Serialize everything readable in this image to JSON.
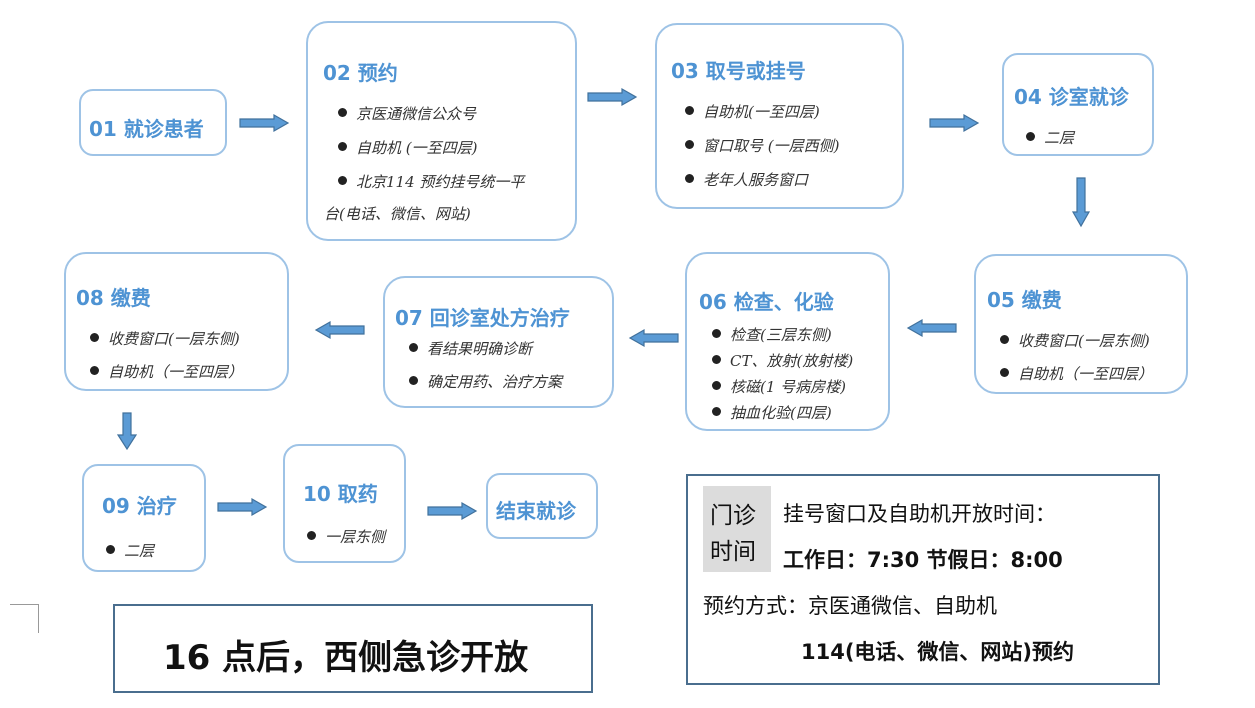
{
  "steps": {
    "s01": {
      "title": "01 就诊患者"
    },
    "s02": {
      "title": "02 预约",
      "items": [
        "京医通微信公众号",
        "自助机 (一至四层)",
        "北京114 预约挂号统一平",
        "台(电话、微信、网站)"
      ]
    },
    "s03": {
      "title": "03 取号或挂号",
      "items": [
        "自助机(一至四层)",
        "窗口取号 (一层西侧)",
        "老年人服务窗口"
      ]
    },
    "s04": {
      "title": "04 诊室就诊",
      "items": [
        "二层"
      ]
    },
    "s05": {
      "title": "05 缴费",
      "items": [
        "收费窗口(一层东侧)",
        "自助机（一至四层）"
      ]
    },
    "s06": {
      "title": "06 检查、化验",
      "items": [
        "检查(三层东侧)",
        "CT、放射(放射楼)",
        "核磁(1 号病房楼)",
        "抽血化验(四层)"
      ]
    },
    "s07": {
      "title": "07 回诊室处方治疗",
      "items": [
        "看结果明确诊断",
        "确定用药、治疗方案"
      ]
    },
    "s08": {
      "title": "08 缴费",
      "items": [
        "收费窗口(一层东侧)",
        "自助机（一至四层）"
      ]
    },
    "s09": {
      "title": "09 治疗",
      "items": [
        "二层"
      ]
    },
    "s10": {
      "title": "10 取药",
      "items": [
        "一层东侧"
      ]
    },
    "end": {
      "title": "结束就诊"
    }
  },
  "emergency": {
    "text": "16 点后，西侧急诊开放"
  },
  "hours": {
    "label_line1": "门诊",
    "label_line2": "时间",
    "line1": "挂号窗口及自助机开放时间：",
    "line2": "工作日：7:30 节假日：8:00",
    "line3": "预约方式：京医通微信、自助机",
    "line4": "114(电话、微信、网站)预约"
  },
  "colors": {
    "box_border": "#9ec3e6",
    "title": "#4e93d3",
    "arrow_fill": "#5b9bd5",
    "arrow_stroke": "#41719c"
  }
}
